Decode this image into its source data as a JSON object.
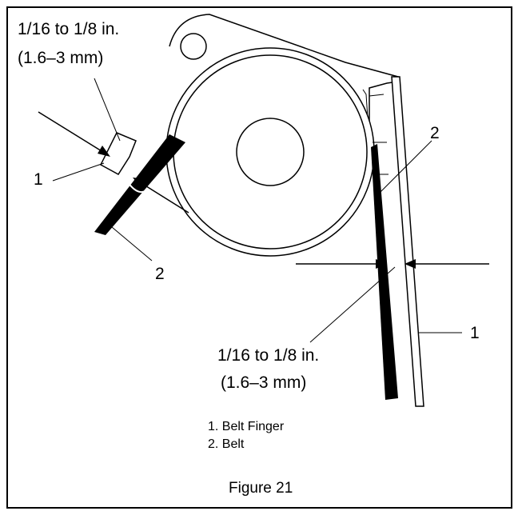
{
  "callouts": {
    "top_left_measure_line1": "1/16 to 1/8 in.",
    "top_left_measure_line2": "(1.6–3 mm)",
    "bottom_right_measure_line1": "1/16 to 1/8 in.",
    "bottom_right_measure_line2": "(1.6–3 mm)",
    "left_finger_num": "1",
    "left_belt_num": "2",
    "right_belt_num": "2",
    "right_finger_num": "1"
  },
  "legend": {
    "items": [
      "1. Belt Finger",
      "2. Belt"
    ]
  },
  "caption": "Figure 21"
}
